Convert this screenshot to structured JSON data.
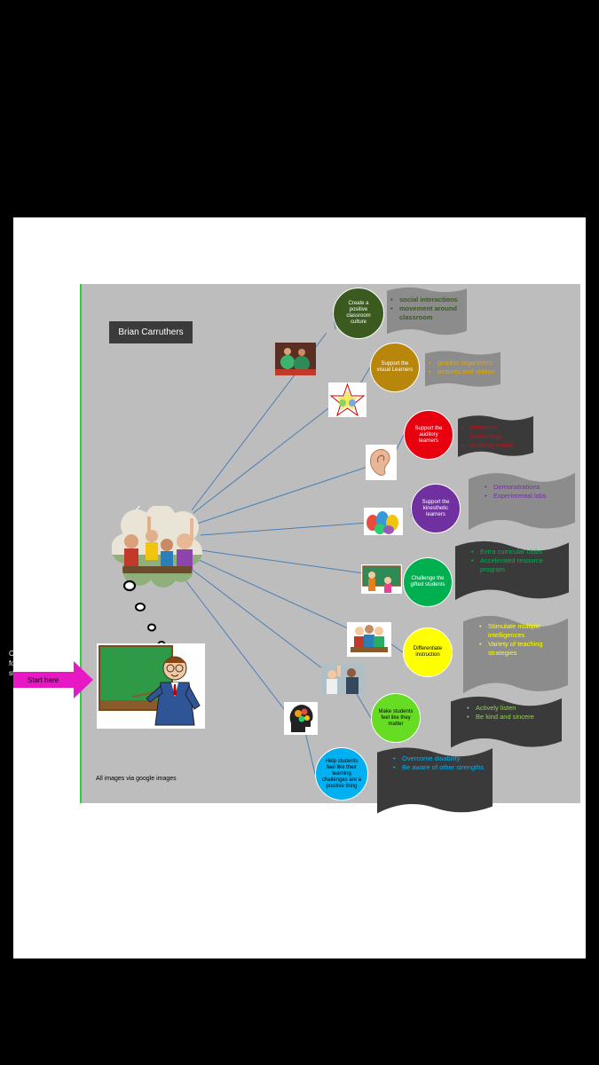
{
  "author": "Brian Carruthers",
  "start_label": "Start here",
  "center_text": "Classroom success for exceptional students",
  "credits": "All images via google images",
  "nodes": [
    {
      "label": "Create a positive classroom culture",
      "color": "#3a5a1f",
      "text_color": "#ffffff",
      "bullets": [
        "social interactions",
        "movement around classroom"
      ],
      "bullet_color": "#3a5a1f",
      "banner_fill": "#8c8c8c"
    },
    {
      "label": "Support the visual Learners",
      "color": "#b8860b",
      "text_color": "#ffffff",
      "bullets": [
        "graphic organizers",
        "pictures and videos"
      ],
      "bullet_color": "#e0a800",
      "banner_fill": "#8c8c8c"
    },
    {
      "label": "Support the auditory learners",
      "color": "#e8000e",
      "text_color": "#ffffff",
      "bullets": [
        "computer technology",
        "auditory books"
      ],
      "bullet_color": "#e8000e",
      "banner_fill": "#3a3a3a"
    },
    {
      "label": "Support the kinesthetic learners",
      "color": "#7030a0",
      "text_color": "#ffffff",
      "bullets": [
        "Demonstrations",
        "Experimental labs"
      ],
      "bullet_color": "#7030a0",
      "banner_fill": "#8c8c8c"
    },
    {
      "label": "Challenge the gifted students",
      "color": "#00b050",
      "text_color": "#ffffff",
      "bullets": [
        "Extra curricular clubs",
        "Accelerated resource program"
      ],
      "bullet_color": "#00b050",
      "banner_fill": "#3a3a3a"
    },
    {
      "label": "Differentiate instruction",
      "color": "#ffff00",
      "text_color": "#000000",
      "bullets": [
        "Stimulate multiple intelligences",
        "Variety of teaching strategies"
      ],
      "bullet_color": "#ffff00",
      "banner_fill": "#8c8c8c"
    },
    {
      "label": "Make students feel like they matter",
      "color": "#66dd22",
      "text_color": "#000000",
      "bullets": [
        "Actively listen",
        "Be kind and sincere"
      ],
      "bullet_color": "#92d050",
      "banner_fill": "#3a3a3a"
    },
    {
      "label": "Help students feel like their learning challenges are a positive thing",
      "color": "#00b0f0",
      "text_color": "#000000",
      "bullets": [
        "Overcome disability",
        "Be aware of other strengths"
      ],
      "bullet_color": "#00b0f0",
      "banner_fill": "#3a3a3a"
    }
  ],
  "colors": {
    "background": "#000000",
    "page": "#ffffff",
    "slide": "#bdbdbd",
    "slide_border": "#2ecc40",
    "start_arrow": "#e619c4",
    "connector": "#4a7fb5"
  },
  "icons": [
    "thought-cloud-photo",
    "teacher-illustration",
    "start-arrow-icon"
  ]
}
